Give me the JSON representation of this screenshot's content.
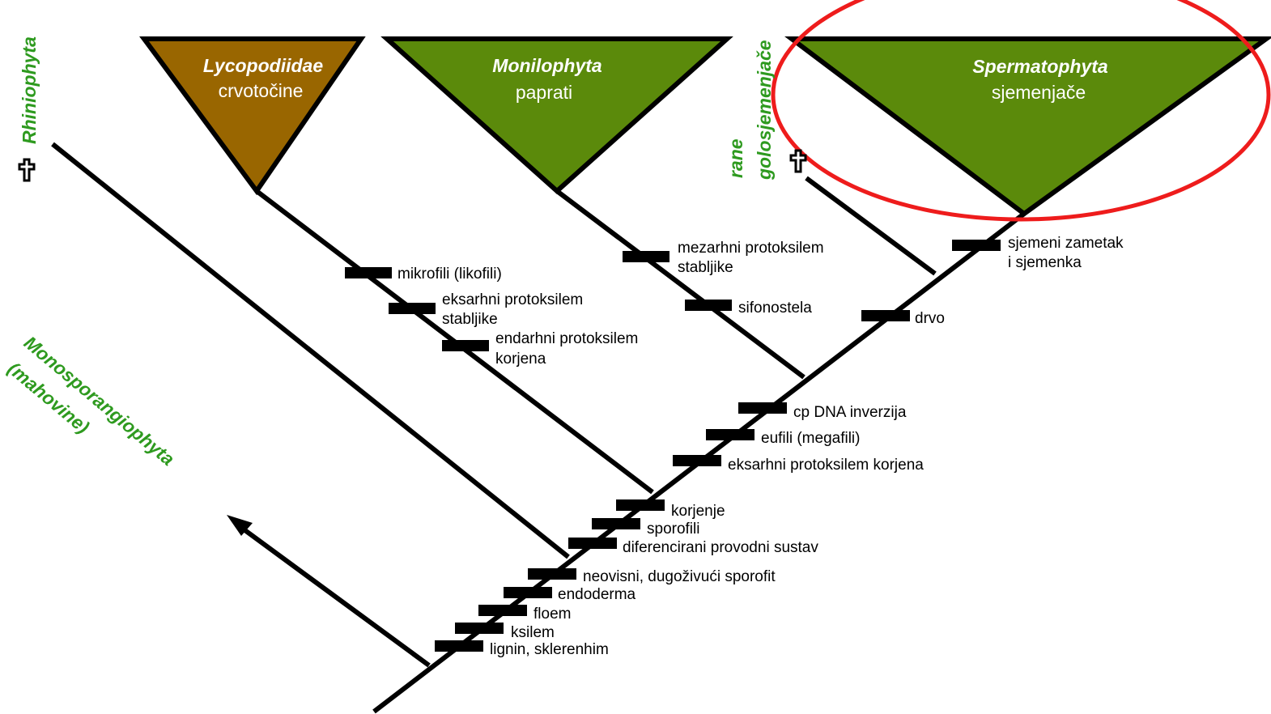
{
  "colors": {
    "green": "#5b8a0b",
    "brown": "#996600",
    "label_green": "#2e9a1f",
    "highlight": "#ee1c1c"
  },
  "clades": {
    "lycopodiidae": {
      "name": "Lycopodiidae",
      "common": "crvotočine"
    },
    "monilophyta": {
      "name": "Monilophyta",
      "common": "paprati"
    },
    "spermatophyta": {
      "name": "Spermatophyta",
      "common": "sjemenjače"
    }
  },
  "side_labels": {
    "rhiniophyta": "Rhiniophyta",
    "rane_line1": "rane",
    "rane_line2": "golosjemenjače",
    "mono_line1": "Monosporangiophyta",
    "mono_line2": "(mahovine)"
  },
  "icons": {
    "extinct": "cross-icon"
  },
  "characters": {
    "lyco_1": "mikrofili (likofili)",
    "lyco_2a": "eksarhni protoksilem",
    "lyco_2b": "stabljike",
    "lyco_3a": "endarhni protoksilem",
    "lyco_3b": "korjena",
    "moni_1a": "mezarhni protoksilem",
    "moni_1b": "stabljike",
    "moni_2": "sifonostela",
    "seed_1a": "sjemeni zametak",
    "seed_1b": "i sjemenka",
    "drvo": "drvo",
    "eu_1": "cp DNA inverzija",
    "eu_2": "eufili (megafili)",
    "eu_3": "eksarhni protoksilem korjena",
    "tr_1": "korjenje",
    "tr_2": "sporofili",
    "tr_3": "diferencirani provodni sustav",
    "pl_1": "neovisni, dugoživući sporofit",
    "pl_2": "endoderma",
    "pl_3": "floem",
    "pl_4": "ksilem",
    "pl_5": "lignin, sklerenhim"
  }
}
